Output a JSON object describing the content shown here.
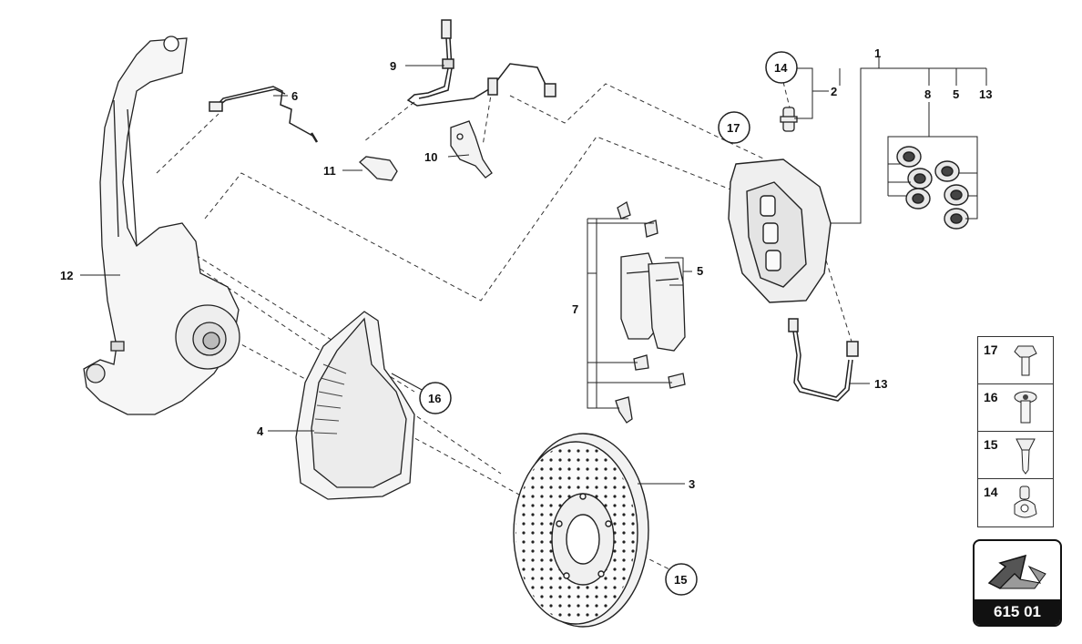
{
  "diagram": {
    "group_code": "615 01",
    "callouts": {
      "c1": "1",
      "c2": "2",
      "c3": "3",
      "c4": "4",
      "c5": "5",
      "c5b": "5",
      "c6": "6",
      "c7": "7",
      "c8": "8",
      "c9": "9",
      "c10": "10",
      "c11": "11",
      "c12": "12",
      "c13": "13",
      "c13b": "13",
      "c14": "14",
      "c15": "15",
      "c16": "16",
      "c17": "17"
    },
    "hardware_panel": [
      {
        "number": "17",
        "icon": "bolt-hex-icon"
      },
      {
        "number": "16",
        "icon": "bolt-torx-icon"
      },
      {
        "number": "15",
        "icon": "countersunk-screw-icon"
      },
      {
        "number": "14",
        "icon": "bleed-valve-icon"
      }
    ]
  }
}
